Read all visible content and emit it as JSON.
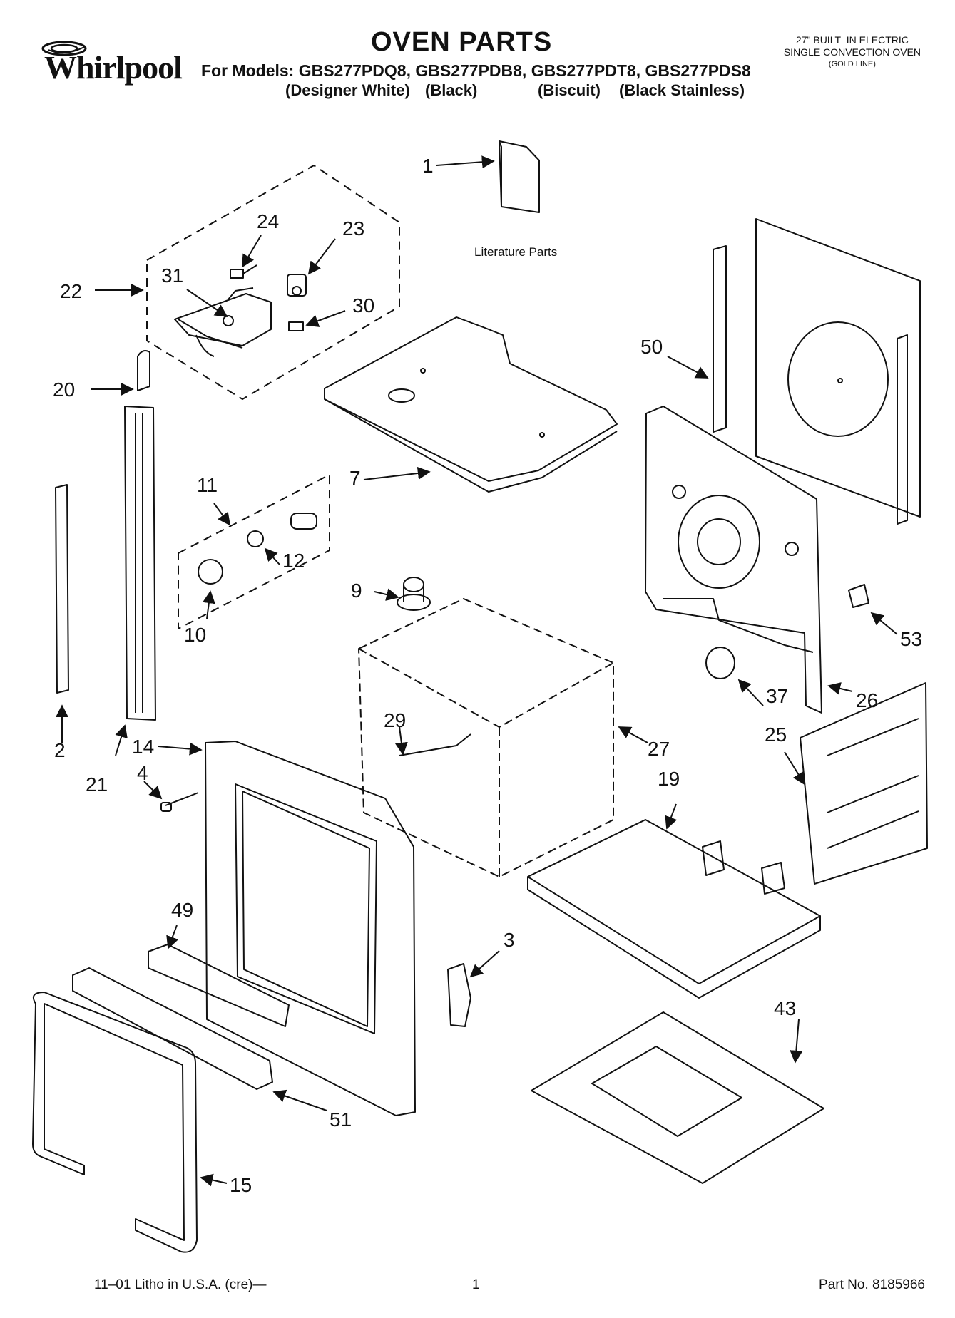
{
  "brand": {
    "name": "Whirlpool"
  },
  "header": {
    "title": "OVEN PARTS",
    "models_line": "For Models: GBS277PDQ8, GBS277PDB8, GBS277PDT8, GBS277PDS8",
    "variants": [
      "(Designer White)",
      "(Black)",
      "(Biscuit)",
      "(Black Stainless)"
    ],
    "product": {
      "line1": "27\" BUILT–IN ELECTRIC",
      "line2": "SINGLE CONVECTION OVEN",
      "line3": "(GOLD LINE)"
    }
  },
  "diagram": {
    "literature_label": "Literature Parts",
    "callouts": [
      "1",
      "2",
      "3",
      "4",
      "7",
      "9",
      "10",
      "11",
      "12",
      "14",
      "15",
      "19",
      "20",
      "21",
      "22",
      "23",
      "24",
      "25",
      "26",
      "27",
      "29",
      "30",
      "31",
      "37",
      "43",
      "49",
      "50",
      "51",
      "53"
    ]
  },
  "footer": {
    "left": "11–01 Litho in U.S.A. (cre)—",
    "page": "1",
    "part": "Part No. 8185966"
  }
}
